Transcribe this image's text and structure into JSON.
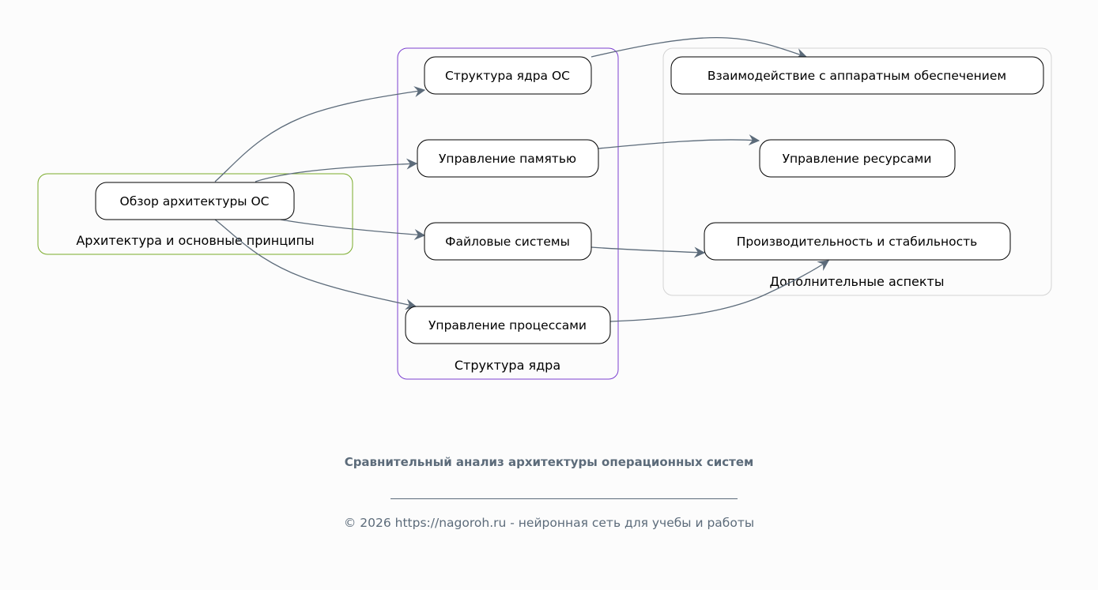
{
  "clusters": {
    "arch": {
      "label": "Архитектура и основные принципы",
      "color": "#7aab2a"
    },
    "kernel": {
      "label": "Структура ядра",
      "color": "#7b3fd0"
    },
    "extra": {
      "label": "Дополнительные аспекты",
      "color": "#d3d3d3"
    }
  },
  "nodes": {
    "overview": "Обзор архитектуры ОС",
    "kernel_structure": "Структура ядра ОС",
    "memory": "Управление памятью",
    "fs": "Файловые системы",
    "processes": "Управление процессами",
    "hardware": "Взаимодействие с аппаратным обеспечением",
    "resources": "Управление ресурсами",
    "performance": "Производительность и стабильность"
  },
  "edges": [
    {
      "from": "overview",
      "to": "kernel_structure"
    },
    {
      "from": "overview",
      "to": "memory"
    },
    {
      "from": "overview",
      "to": "fs"
    },
    {
      "from": "overview",
      "to": "processes"
    },
    {
      "from": "kernel_structure",
      "to": "hardware"
    },
    {
      "from": "memory",
      "to": "resources"
    },
    {
      "from": "fs",
      "to": "performance"
    },
    {
      "from": "processes",
      "to": "performance"
    }
  ],
  "edge_color": "#5c6b7a",
  "footer": {
    "title": "Сравнительный анализ архитектуры операционных систем",
    "copyright": "© 2026 https://nagoroh.ru - нейронная сеть для учебы и работы"
  }
}
